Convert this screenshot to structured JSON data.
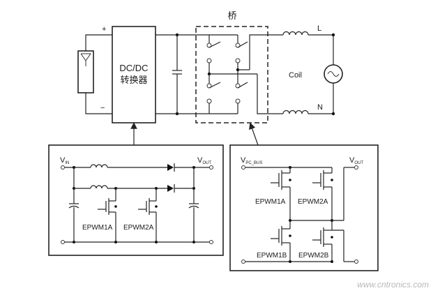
{
  "title": "桥",
  "converter": {
    "line1": "DC/DC",
    "line2": "转换器"
  },
  "polarity": {
    "plus": "+",
    "minus": "−"
  },
  "output": {
    "coil": "Coil",
    "l": "L",
    "n": "N"
  },
  "boost": {
    "vin": "V",
    "vin_sub": "IN",
    "vout": "V",
    "vout_sub": "OUT",
    "q1": "EPWM1A",
    "q2": "EPWM2A"
  },
  "inverter": {
    "vbus": "V",
    "vbus_sub": "PC_BUS",
    "vout": "V",
    "vout_sub": "OUT",
    "q1": "EPWM1A",
    "q2": "EPWM2A",
    "q3": "EPWM1B",
    "q4": "EPWM2B"
  },
  "watermark": "www.cntronics.com"
}
